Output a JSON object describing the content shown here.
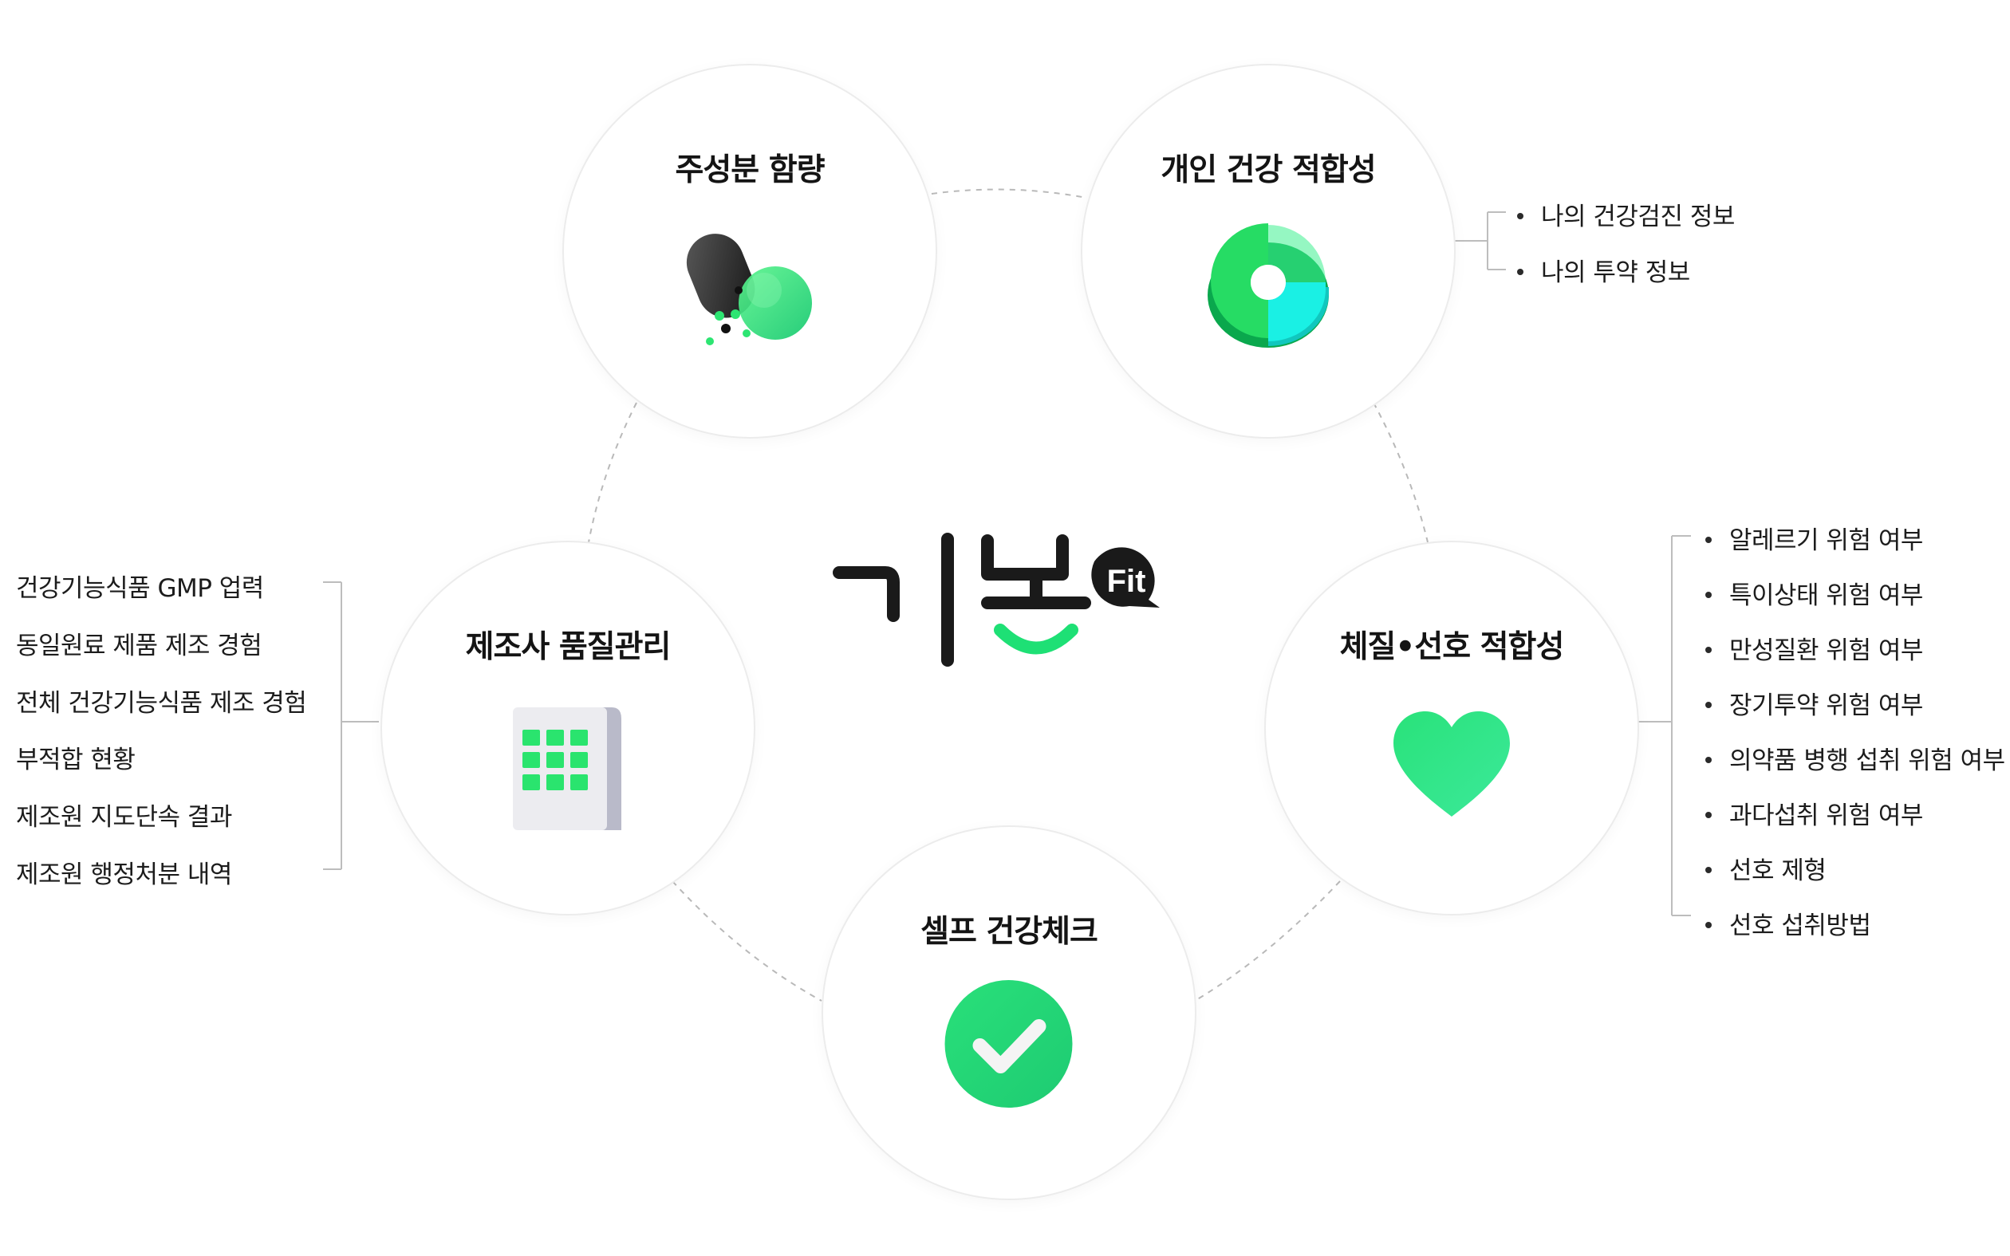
{
  "colors": {
    "accent_green": "#1ee075",
    "accent_cyan": "#1df0e6",
    "text": "#141414",
    "guide_line": "#b5b5b5"
  },
  "logo": {
    "brand": "기분",
    "badge": "Fit"
  },
  "nodes": {
    "ingredient": {
      "title": "주성분 함량",
      "icon": "capsule-icon"
    },
    "personal": {
      "title": "개인 건강 적합성",
      "icon": "pie-donut-icon"
    },
    "manufacturer": {
      "title": "제조사 품질관리",
      "icon": "building-icon"
    },
    "constitution": {
      "title": "체질•선호 적합성",
      "icon": "heart-icon"
    },
    "selfcheck": {
      "title": "셀프 건강체크",
      "icon": "check-icon"
    }
  },
  "personal_items": [
    "나의 건강검진 정보",
    "나의 투약 정보"
  ],
  "manufacturer_items": [
    "건강기능식품 GMP 업력",
    "동일원료 제품 제조 경험",
    "전체 건강기능식품 제조 경험",
    "부적합 현황",
    "제조원 지도단속 결과",
    "제조원 행정처분 내역"
  ],
  "constitution_items": [
    "알레르기 위험 여부",
    "특이상태 위험 여부",
    "만성질환 위험 여부",
    "장기투약 위험 여부",
    "의약품 병행 섭취 위험 여부",
    "과다섭취 위험 여부",
    "선호 제형",
    "선호 섭취방법"
  ]
}
